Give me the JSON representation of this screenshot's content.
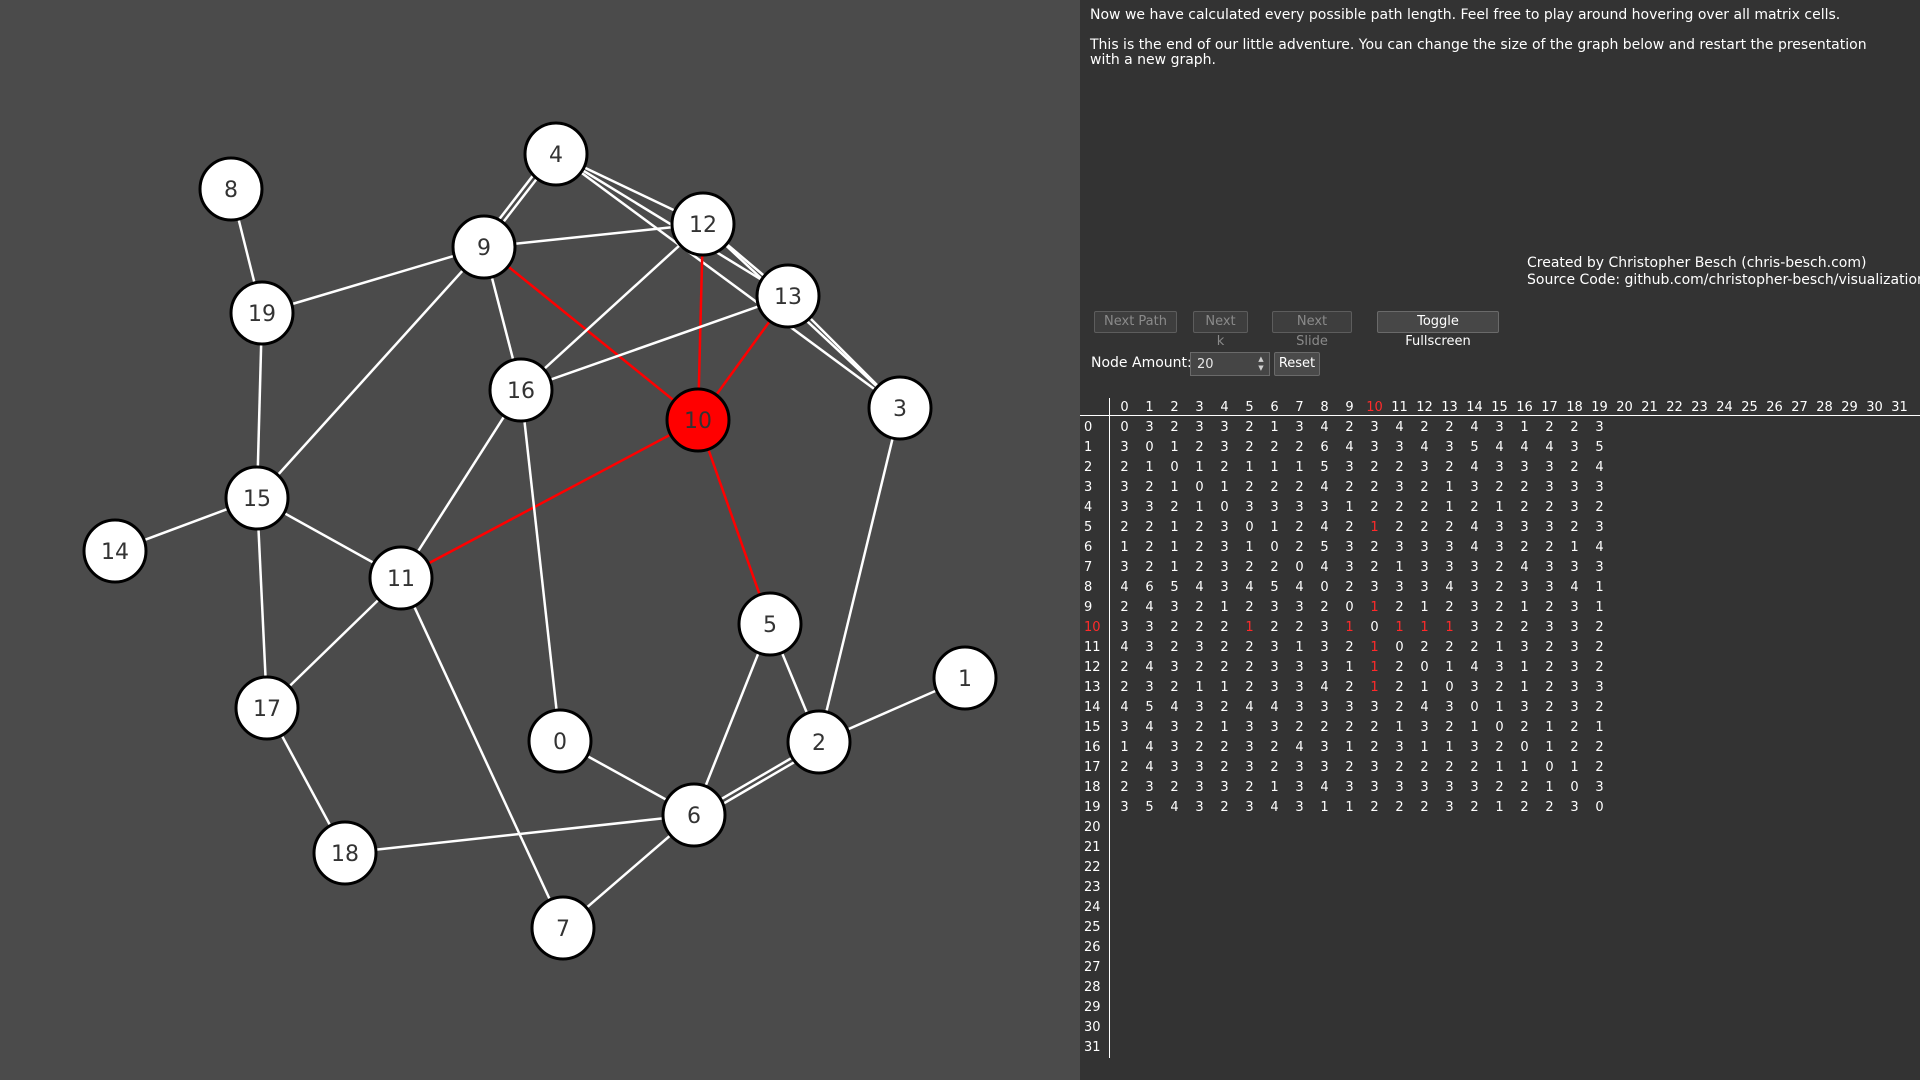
{
  "intro": {
    "line1": "Now we have calculated every possible path length. Feel free to play around hovering over all matrix cells.",
    "line2": "This is the end of our little adventure. You can change the size of the graph below and restart the presentation with a new graph."
  },
  "credits": {
    "author": "Created by Christopher Besch (chris-besch.com)",
    "source": "Source Code: github.com/christopher-besch/visualizations"
  },
  "buttons": {
    "next_path": "Next Path",
    "next_k": "Next k",
    "next_slide": "Next Slide",
    "fullscreen": "Toggle Fullscreen",
    "reset": "Reset"
  },
  "node_amount": {
    "label": "Node Amount:",
    "value": "20"
  },
  "colors": {
    "background": "#4b4b4b",
    "panel": "#333333",
    "highlight": "#ff0000",
    "edge": "#ffffff"
  },
  "graph": {
    "highlighted_node": 10,
    "nodes": [
      {
        "id": 0,
        "label": "0"
      },
      {
        "id": 1,
        "label": "1"
      },
      {
        "id": 2,
        "label": "2"
      },
      {
        "id": 3,
        "label": "3"
      },
      {
        "id": 4,
        "label": "4"
      },
      {
        "id": 5,
        "label": "5"
      },
      {
        "id": 6,
        "label": "6"
      },
      {
        "id": 7,
        "label": "7"
      },
      {
        "id": 8,
        "label": "8"
      },
      {
        "id": 9,
        "label": "9"
      },
      {
        "id": 10,
        "label": "10"
      },
      {
        "id": 11,
        "label": "11"
      },
      {
        "id": 12,
        "label": "12"
      },
      {
        "id": 13,
        "label": "13"
      },
      {
        "id": 14,
        "label": "14"
      },
      {
        "id": 15,
        "label": "15"
      },
      {
        "id": 16,
        "label": "16"
      },
      {
        "id": 17,
        "label": "17"
      },
      {
        "id": 18,
        "label": "18"
      },
      {
        "id": 19,
        "label": "19"
      }
    ],
    "edges": [
      [
        4,
        9
      ],
      [
        4,
        9
      ],
      [
        4,
        12
      ],
      [
        4,
        13
      ],
      [
        4,
        3
      ],
      [
        9,
        12
      ],
      [
        9,
        19
      ],
      [
        9,
        15
      ],
      [
        9,
        16
      ],
      [
        9,
        10
      ],
      [
        12,
        13
      ],
      [
        12,
        3
      ],
      [
        12,
        16
      ],
      [
        12,
        10
      ],
      [
        13,
        3
      ],
      [
        13,
        16
      ],
      [
        13,
        10
      ],
      [
        10,
        11
      ],
      [
        10,
        5
      ],
      [
        8,
        19
      ],
      [
        19,
        15
      ],
      [
        15,
        14
      ],
      [
        15,
        11
      ],
      [
        15,
        17
      ],
      [
        16,
        11
      ],
      [
        16,
        0
      ],
      [
        11,
        17
      ],
      [
        11,
        7
      ],
      [
        17,
        18
      ],
      [
        18,
        6
      ],
      [
        0,
        6
      ],
      [
        5,
        6
      ],
      [
        5,
        2
      ],
      [
        6,
        2
      ],
      [
        6,
        2
      ],
      [
        6,
        7
      ],
      [
        2,
        1
      ],
      [
        2,
        3
      ]
    ]
  },
  "matrix": {
    "column_headers": [
      "0",
      "1",
      "2",
      "3",
      "4",
      "5",
      "6",
      "7",
      "8",
      "9",
      "10",
      "11",
      "12",
      "13",
      "14",
      "15",
      "16",
      "17",
      "18",
      "19",
      "20",
      "21",
      "22",
      "23",
      "24",
      "25",
      "26",
      "27",
      "28",
      "29",
      "30",
      "31"
    ],
    "row_headers": [
      "0",
      "1",
      "2",
      "3",
      "4",
      "5",
      "6",
      "7",
      "8",
      "9",
      "10",
      "11",
      "12",
      "13",
      "14",
      "15",
      "16",
      "17",
      "18",
      "19",
      "20",
      "21",
      "22",
      "23",
      "24",
      "25",
      "26",
      "27",
      "28",
      "29",
      "30",
      "31"
    ],
    "highlight_index": 10,
    "rows": [
      [
        "0",
        "3",
        "2",
        "3",
        "3",
        "2",
        "1",
        "3",
        "4",
        "2",
        "3",
        "4",
        "2",
        "2",
        "4",
        "3",
        "1",
        "2",
        "2",
        "3"
      ],
      [
        "3",
        "0",
        "1",
        "2",
        "3",
        "2",
        "2",
        "2",
        "6",
        "4",
        "3",
        "3",
        "4",
        "3",
        "5",
        "4",
        "4",
        "4",
        "3",
        "5"
      ],
      [
        "2",
        "1",
        "0",
        "1",
        "2",
        "1",
        "1",
        "1",
        "5",
        "3",
        "2",
        "2",
        "3",
        "2",
        "4",
        "3",
        "3",
        "3",
        "2",
        "4"
      ],
      [
        "3",
        "2",
        "1",
        "0",
        "1",
        "2",
        "2",
        "2",
        "4",
        "2",
        "2",
        "3",
        "2",
        "1",
        "3",
        "2",
        "2",
        "3",
        "3",
        "3"
      ],
      [
        "3",
        "3",
        "2",
        "1",
        "0",
        "3",
        "3",
        "3",
        "3",
        "1",
        "2",
        "2",
        "2",
        "1",
        "2",
        "1",
        "2",
        "2",
        "3",
        "2"
      ],
      [
        "2",
        "2",
        "1",
        "2",
        "3",
        "0",
        "1",
        "2",
        "4",
        "2",
        "1",
        "2",
        "2",
        "2",
        "4",
        "3",
        "3",
        "3",
        "2",
        "3"
      ],
      [
        "1",
        "2",
        "1",
        "2",
        "3",
        "1",
        "0",
        "2",
        "5",
        "3",
        "2",
        "3",
        "3",
        "3",
        "4",
        "3",
        "2",
        "2",
        "1",
        "4"
      ],
      [
        "3",
        "2",
        "1",
        "2",
        "3",
        "2",
        "2",
        "0",
        "4",
        "3",
        "2",
        "1",
        "3",
        "3",
        "3",
        "2",
        "4",
        "3",
        "3",
        "3"
      ],
      [
        "4",
        "6",
        "5",
        "4",
        "3",
        "4",
        "5",
        "4",
        "0",
        "2",
        "3",
        "3",
        "3",
        "4",
        "3",
        "2",
        "3",
        "3",
        "4",
        "1"
      ],
      [
        "2",
        "4",
        "3",
        "2",
        "1",
        "2",
        "3",
        "3",
        "2",
        "0",
        "1",
        "2",
        "1",
        "2",
        "3",
        "2",
        "1",
        "2",
        "3",
        "1"
      ],
      [
        "3",
        "3",
        "2",
        "2",
        "2",
        "1",
        "2",
        "2",
        "3",
        "1",
        "0",
        "1",
        "1",
        "1",
        "3",
        "2",
        "2",
        "3",
        "3",
        "2"
      ],
      [
        "4",
        "3",
        "2",
        "3",
        "2",
        "2",
        "3",
        "1",
        "3",
        "2",
        "1",
        "0",
        "2",
        "2",
        "2",
        "1",
        "3",
        "2",
        "3",
        "2"
      ],
      [
        "2",
        "4",
        "3",
        "2",
        "2",
        "2",
        "3",
        "3",
        "3",
        "1",
        "1",
        "2",
        "0",
        "1",
        "4",
        "3",
        "1",
        "2",
        "3",
        "2"
      ],
      [
        "2",
        "3",
        "2",
        "1",
        "1",
        "2",
        "3",
        "3",
        "4",
        "2",
        "1",
        "2",
        "1",
        "0",
        "3",
        "2",
        "1",
        "2",
        "3",
        "3"
      ],
      [
        "4",
        "5",
        "4",
        "3",
        "2",
        "4",
        "4",
        "3",
        "3",
        "3",
        "3",
        "2",
        "4",
        "3",
        "0",
        "1",
        "3",
        "2",
        "3",
        "2"
      ],
      [
        "3",
        "4",
        "3",
        "2",
        "1",
        "3",
        "3",
        "2",
        "2",
        "2",
        "2",
        "1",
        "3",
        "2",
        "1",
        "0",
        "2",
        "1",
        "2",
        "1"
      ],
      [
        "1",
        "4",
        "3",
        "2",
        "2",
        "3",
        "2",
        "4",
        "3",
        "1",
        "2",
        "3",
        "1",
        "1",
        "3",
        "2",
        "0",
        "1",
        "2",
        "2"
      ],
      [
        "2",
        "4",
        "3",
        "3",
        "2",
        "3",
        "2",
        "3",
        "3",
        "2",
        "3",
        "2",
        "2",
        "2",
        "2",
        "1",
        "1",
        "0",
        "1",
        "2"
      ],
      [
        "2",
        "3",
        "2",
        "3",
        "3",
        "2",
        "1",
        "3",
        "4",
        "3",
        "3",
        "3",
        "3",
        "3",
        "3",
        "2",
        "2",
        "1",
        "0",
        "3"
      ],
      [
        "3",
        "5",
        "4",
        "3",
        "2",
        "3",
        "4",
        "3",
        "1",
        "1",
        "2",
        "2",
        "2",
        "3",
        "2",
        "1",
        "2",
        "2",
        "3",
        "0"
      ]
    ]
  }
}
